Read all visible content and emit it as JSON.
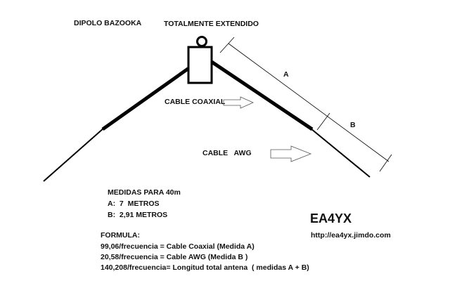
{
  "title": "DIPOLO BAZOOKA",
  "subtitle": "TOTALMENTE EXTENDIDO",
  "labels": {
    "coax": "CABLE COAXIAL",
    "awg": "CABLE   AWG",
    "dim_a": "A",
    "dim_b": "B"
  },
  "measures": {
    "heading": "MEDIDAS PARA 40m",
    "a": "A:  7  METROS",
    "b": "B:  2,91 METROS"
  },
  "formula": {
    "heading": "FORMULA:",
    "lines": [
      "99,06/frecuencia = Cable Coaxial (Medida A)",
      "20,58/frecuencia = Cable AWG (Medida B )",
      "140,208/frecuencia= Longitud total antena  ( medidas A + B)"
    ]
  },
  "author": {
    "callsign": "EA4YX",
    "url": "http://ea4yx.jimdo.com"
  }
}
